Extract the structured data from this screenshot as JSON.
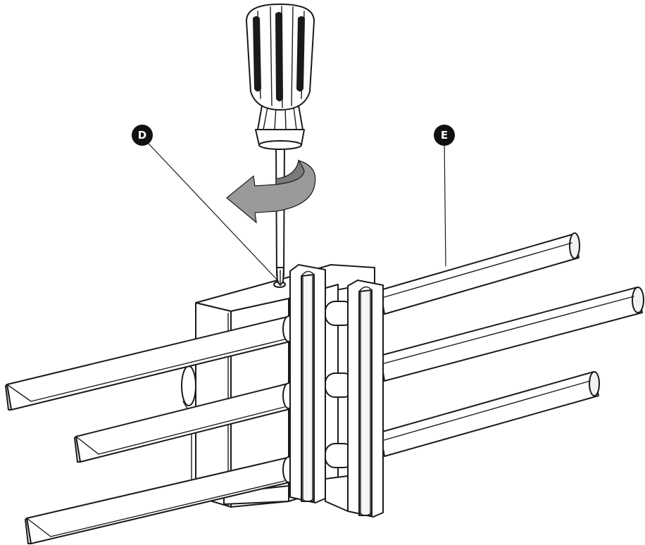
{
  "diagram": {
    "callouts": [
      {
        "id": "D",
        "label": "D",
        "target": "screw"
      },
      {
        "id": "E",
        "label": "E",
        "target": "rail"
      }
    ],
    "colors": {
      "line": "#1a1a1a",
      "part_fill": "#ffffff",
      "rod_shade": "#f2f2f2",
      "arrow_fill": "#9a9a9a",
      "callout_fill": "#111111",
      "callout_text": "#ffffff"
    },
    "icons": {
      "tool": "screwdriver-icon",
      "motion": "rotation-arrow-icon"
    }
  }
}
